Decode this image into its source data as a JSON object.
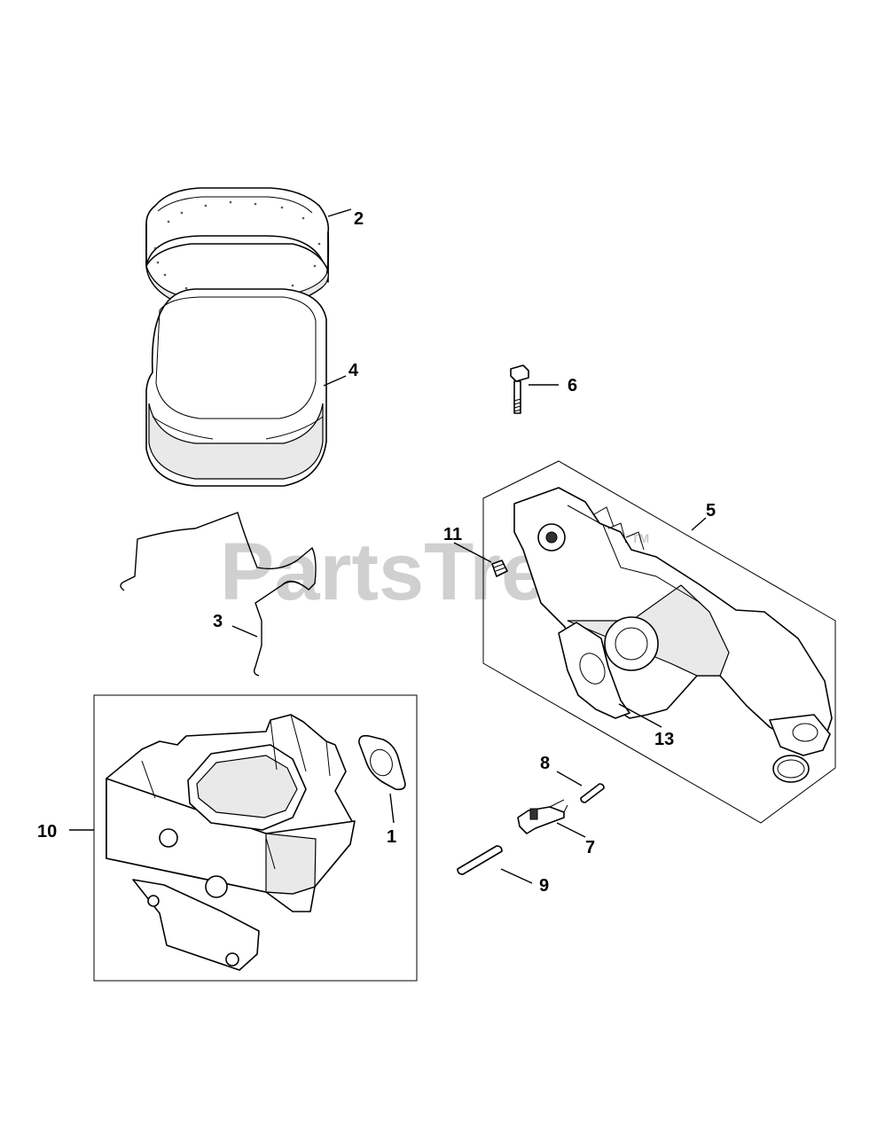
{
  "watermark": {
    "text": "PartsTree",
    "tm": "TM",
    "color": "#c8c8c8"
  },
  "labels": {
    "l1": "1",
    "l2": "2",
    "l3": "3",
    "l4": "4",
    "l5": "5",
    "l6": "6",
    "l7": "7",
    "l8": "8",
    "l9": "9",
    "l10": "10",
    "l11": "11",
    "l13": "13"
  }
}
